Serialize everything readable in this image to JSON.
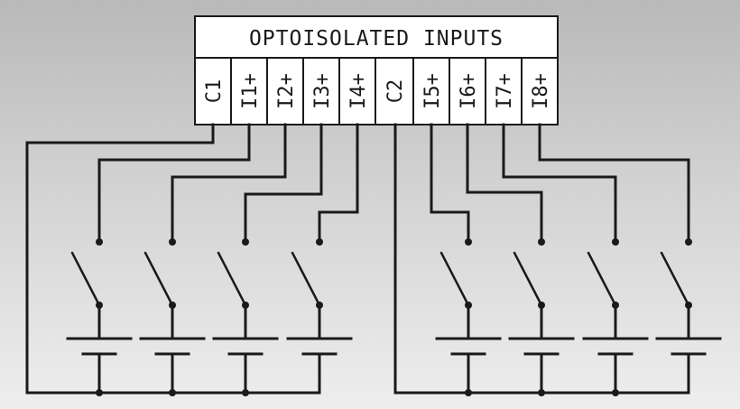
{
  "header": {
    "title": "OPTOISOLATED INPUTS"
  },
  "terminals": [
    "C1",
    "I1+",
    "I2+",
    "I3+",
    "I4+",
    "C2",
    "I5+",
    "I6+",
    "I7+",
    "I8+"
  ]
}
